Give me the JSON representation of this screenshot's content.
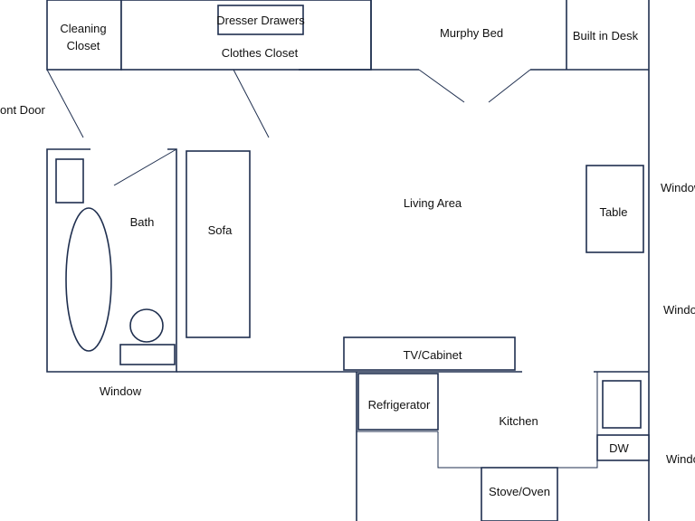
{
  "labels": {
    "cleaning_closet_1": "Cleaning",
    "cleaning_closet_2": "Closet",
    "dresser_drawers": "Dresser Drawers",
    "clothes_closet": "Clothes Closet",
    "murphy_bed": "Murphy Bed",
    "built_in_desk": "Built in Desk",
    "front_door": "ont Door",
    "bath": "Bath",
    "sofa": "Sofa",
    "living_area": "Living Area",
    "table": "Table",
    "window_right_top": "Window",
    "window_right_mid": "Windo",
    "window_right_bottom": "Windo",
    "window_bottom_left": "Window",
    "tv_cabinet": "TV/Cabinet",
    "refrigerator": "Refrigerator",
    "kitchen": "Kitchen",
    "dw": "DW",
    "stove_oven": "Stove/Oven"
  }
}
